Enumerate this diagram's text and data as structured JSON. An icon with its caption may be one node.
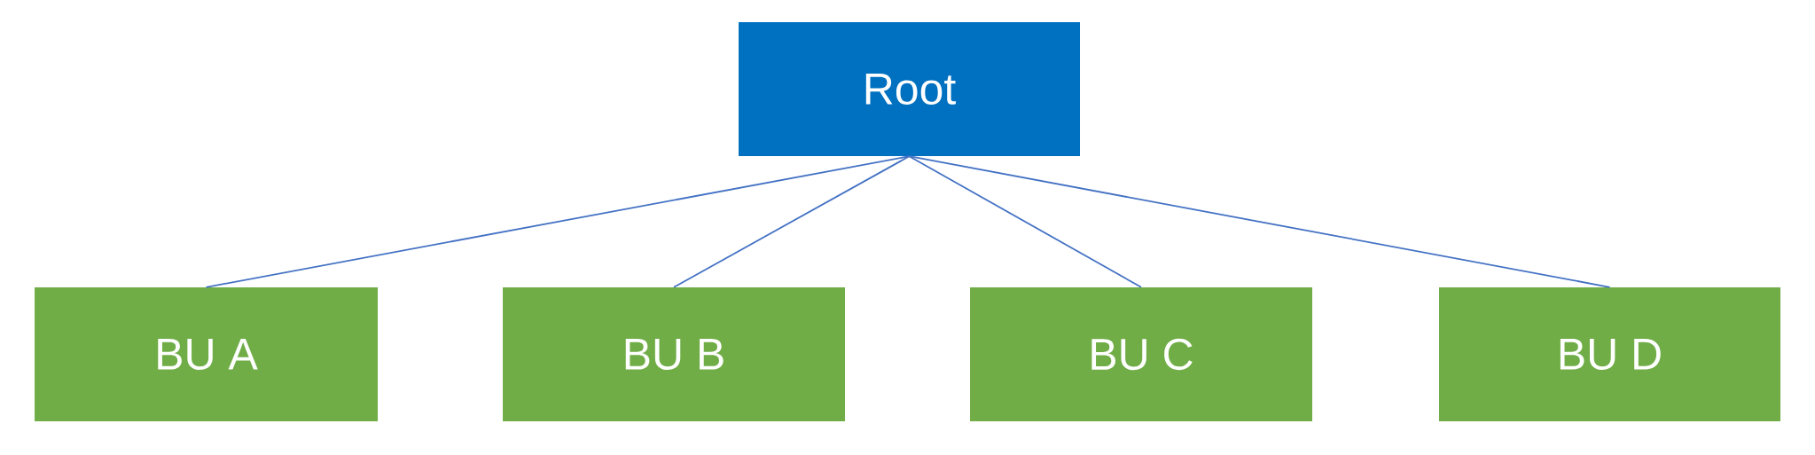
{
  "diagram": {
    "nodes": [
      {
        "text": [
          "Root"
        ]
      },
      {
        "text": [
          "BU A"
        ]
      },
      {
        "text": [
          "BU B"
        ]
      },
      {
        "text": [
          "BU C"
        ]
      },
      {
        "text": [
          "BU D"
        ]
      }
    ],
    "edges": [
      {
        "from": 0,
        "to": 1,
        "arrow": "none"
      },
      {
        "from": 0,
        "to": 2,
        "arrow": "none"
      },
      {
        "from": 0,
        "to": 3,
        "arrow": "none"
      },
      {
        "from": 0,
        "to": 4,
        "arrow": "none"
      }
    ]
  }
}
